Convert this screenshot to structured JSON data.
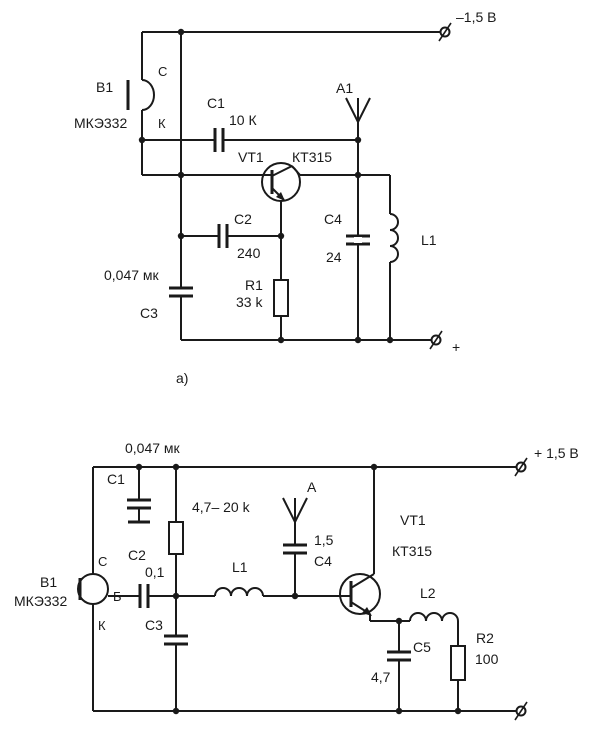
{
  "diagram_a": {
    "caption": "a)",
    "supply_neg": "–1,5 В",
    "supply_pos": "+",
    "mic": {
      "ref": "B1",
      "type": "МКЭ332",
      "pin_c": "С",
      "pin_k": "К"
    },
    "c1": {
      "ref": "C1",
      "value": "10 К"
    },
    "antenna": {
      "ref": "A1"
    },
    "transistor": {
      "ref": "VT1",
      "type": "КТ315"
    },
    "c2": {
      "ref": "C2",
      "value": "240"
    },
    "c3": {
      "ref": "C3",
      "value": "0,047 мк"
    },
    "r1": {
      "ref": "R1",
      "value": "33 k"
    },
    "c4": {
      "ref": "C4",
      "value": "24"
    },
    "l1": {
      "ref": "L1"
    }
  },
  "diagram_b": {
    "supply_pos": "+ 1,5 В",
    "mic": {
      "ref": "B1",
      "type": "МКЭ332",
      "pin_c": "С",
      "pin_b": "Б",
      "pin_k": "К"
    },
    "c1": {
      "ref": "C1",
      "value": "0,047 мк"
    },
    "r1": {
      "value": "4,7– 20 k"
    },
    "antenna": {
      "ref": "A"
    },
    "c2": {
      "ref": "C2",
      "value": "0,1"
    },
    "c3": {
      "ref": "C3"
    },
    "l1": {
      "ref": "L1"
    },
    "c4": {
      "ref": "C4",
      "value": "1,5"
    },
    "transistor": {
      "ref": "VT1",
      "type": "КТ315"
    },
    "l2": {
      "ref": "L2"
    },
    "c5": {
      "ref": "C5",
      "value": "4,7"
    },
    "r2": {
      "ref": "R2",
      "value": "100"
    }
  }
}
